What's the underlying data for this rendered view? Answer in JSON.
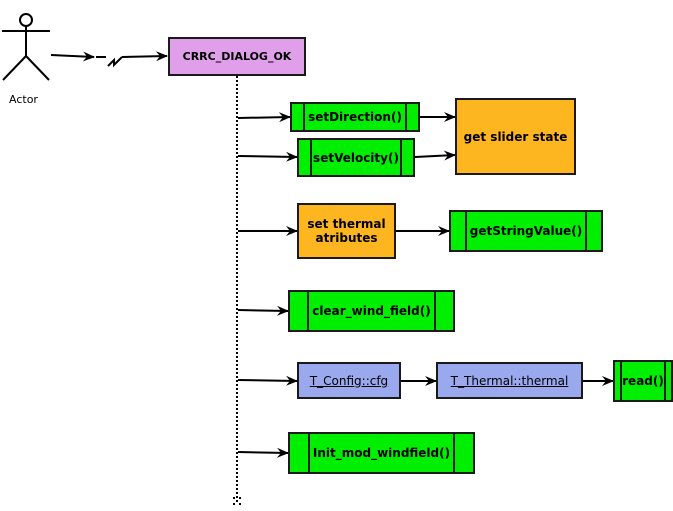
{
  "actor": {
    "label": "Actor"
  },
  "trigger": {
    "label": "CRRC_DIALOG_OK"
  },
  "calls": [
    {
      "id": "setDirection",
      "label": "setDirection()",
      "kind": "function"
    },
    {
      "id": "setVelocity",
      "label": "setVelocity()",
      "kind": "function"
    },
    {
      "id": "getSliderState",
      "label": "get slider state",
      "kind": "action"
    },
    {
      "id": "setThermal",
      "label": "set thermal atributes",
      "kind": "action"
    },
    {
      "id": "getStringValue",
      "label": "getStringValue()",
      "kind": "function"
    },
    {
      "id": "clearWindField",
      "label": "clear_wind_field()",
      "kind": "function"
    },
    {
      "id": "tConfig",
      "label": "T_Config::cfg",
      "kind": "object"
    },
    {
      "id": "tThermal",
      "label": "T_Thermal::thermal",
      "kind": "object"
    },
    {
      "id": "read",
      "label": "read()",
      "kind": "function"
    },
    {
      "id": "initModWindfield",
      "label": "Init_mod_windfield()",
      "kind": "function"
    }
  ],
  "colors": {
    "function": "#00ee00",
    "action": "#fdb61f",
    "trigger": "#df9fe9",
    "object": "#9aa8ee"
  }
}
